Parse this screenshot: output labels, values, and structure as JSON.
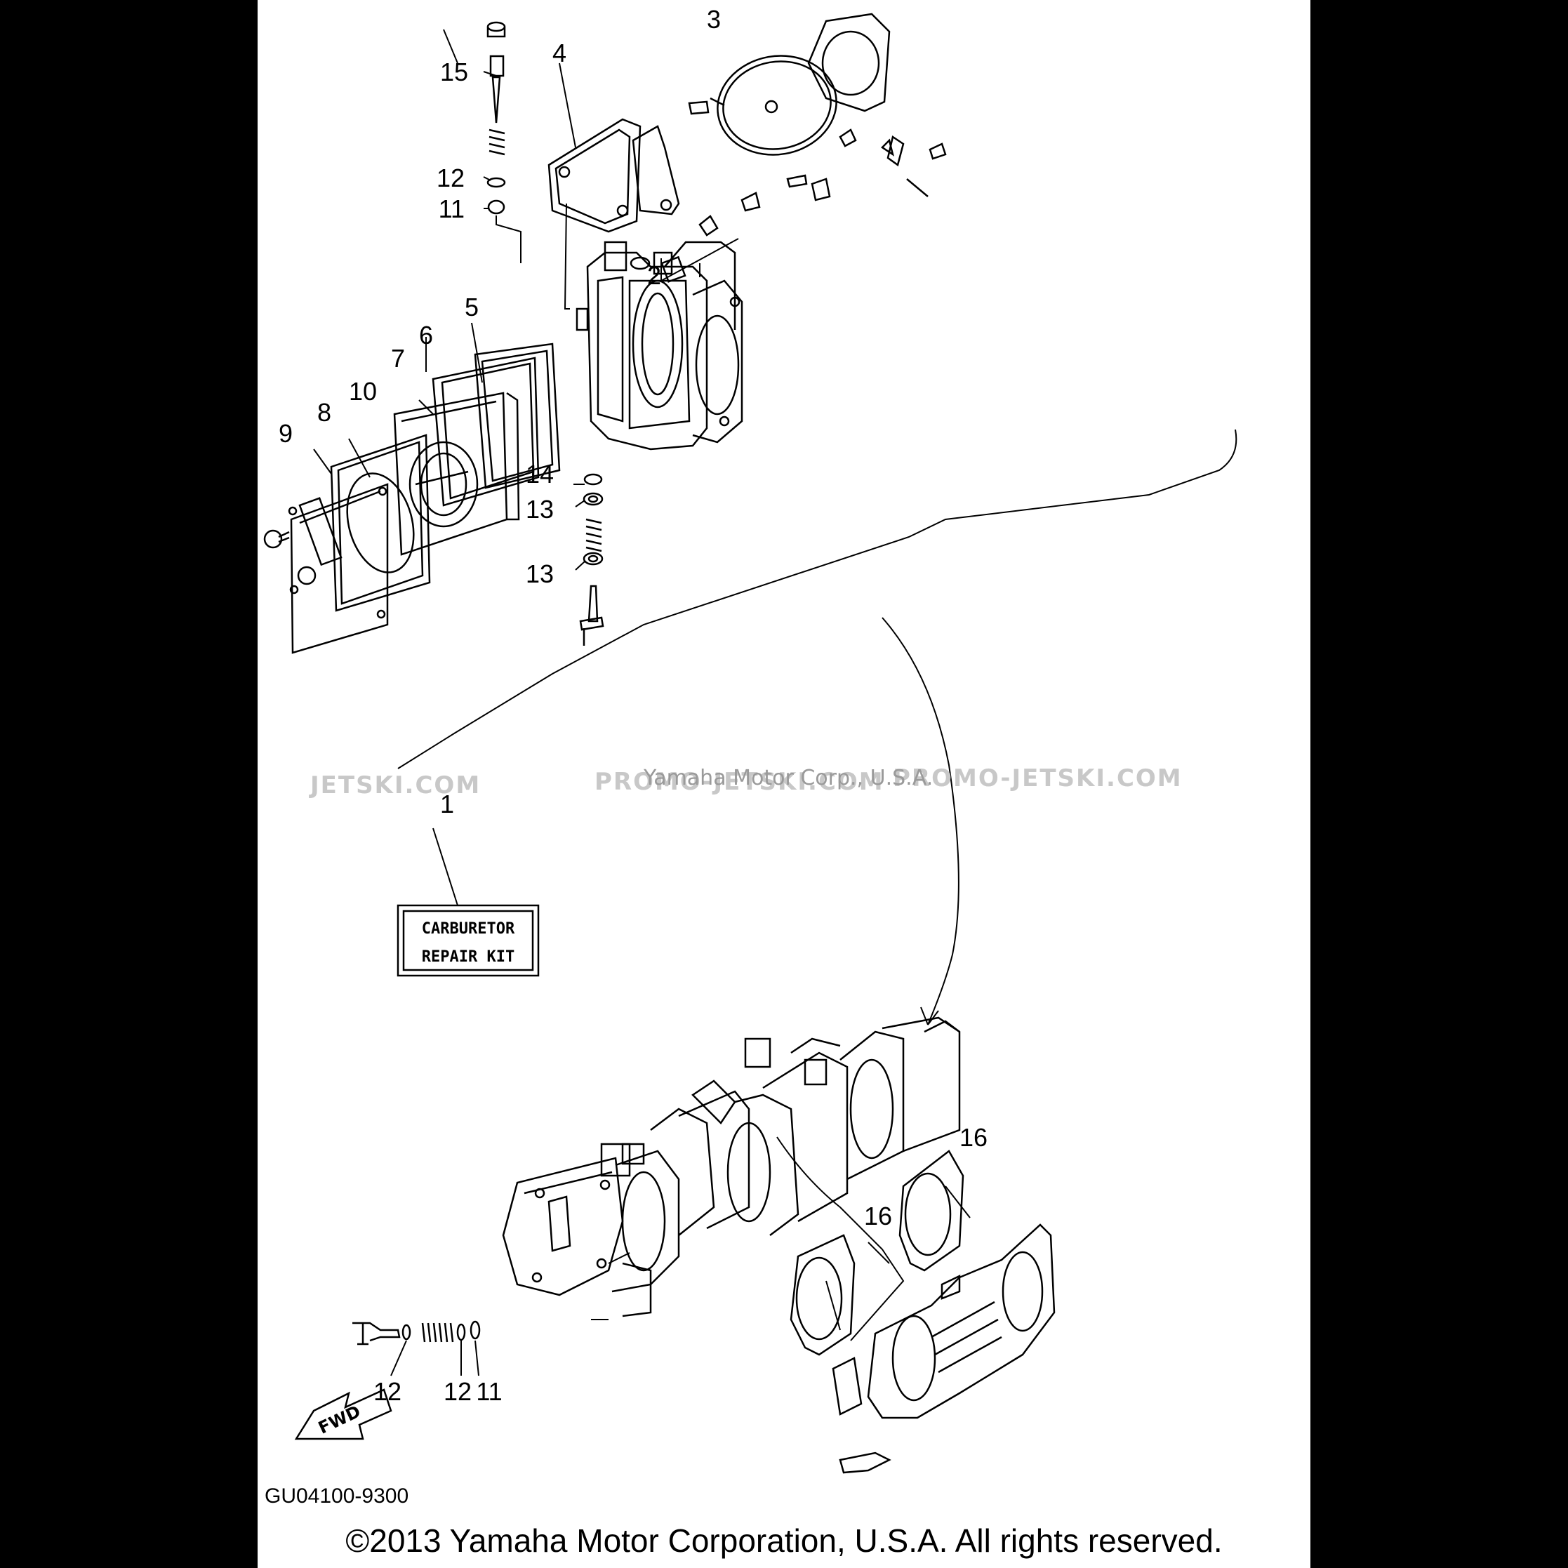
{
  "callouts": {
    "c1": "1",
    "c2": "2",
    "c3": "3",
    "c4": "4",
    "c5": "5",
    "c6": "6",
    "c7": "7",
    "c8": "8",
    "c9": "9",
    "c10": "10",
    "c11a": "11",
    "c12a": "12",
    "c13a": "13",
    "c13b": "13",
    "c14": "14",
    "c15": "15",
    "c16a": "16",
    "c16b": "16",
    "c12b": "12",
    "c12c": "12",
    "c11b": "11"
  },
  "kit_label": {
    "line1": "CARBURETOR",
    "line2": "REPAIR KIT"
  },
  "fwd_label": "FWD",
  "watermark": {
    "left": "JETSKI.COM",
    "center": "PROMO-JETSKI.COM",
    "right": "PROMO-JETSKI.COM",
    "overlay": "Yamaha Motor Corp., U.S.A."
  },
  "diagram_code": "GU04100-9300",
  "copyright": "©2013 Yamaha Motor Corporation, U.S.A. All rights reserved."
}
